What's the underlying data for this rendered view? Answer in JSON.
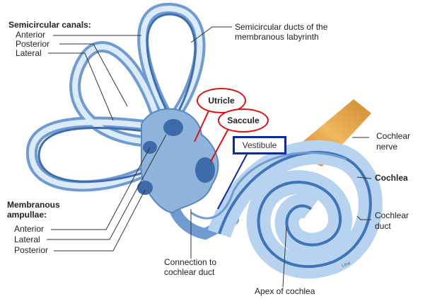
{
  "labels": {
    "semicircular_canals": "Semicircular canals:",
    "anterior_canal": "Anterior",
    "posterior_canal": "Posterior",
    "lateral_canal": "Lateral",
    "semicircular_ducts_1": "Semicircular ducts of the",
    "semicircular_ducts_2": "membranous labyrinth",
    "utricle": "Utricle",
    "saccule": "Saccule",
    "vestibule": "Vestibule",
    "cochlear_nerve_1": "Cochlear",
    "cochlear_nerve_2": "nerve",
    "cochlea": "Cochlea",
    "cochlear_duct_1": "Cochlear",
    "cochlear_duct_2": "duct",
    "membranous_ampullae_1": "Membranous",
    "membranous_ampullae_2": "ampullae:",
    "anterior_ampulla": "Anterior",
    "lateral_ampulla": "Lateral",
    "posterior_ampulla": "Posterior",
    "connection_1": "Connection to",
    "connection_2": "cochlear duct",
    "apex": "Apex of cochlea",
    "signature": "Lew"
  },
  "colors": {
    "highlight_red": "#e01010",
    "highlight_blue": "#0a2aa8",
    "bone": "#7aa6d6",
    "nerve": "#e0a040"
  }
}
